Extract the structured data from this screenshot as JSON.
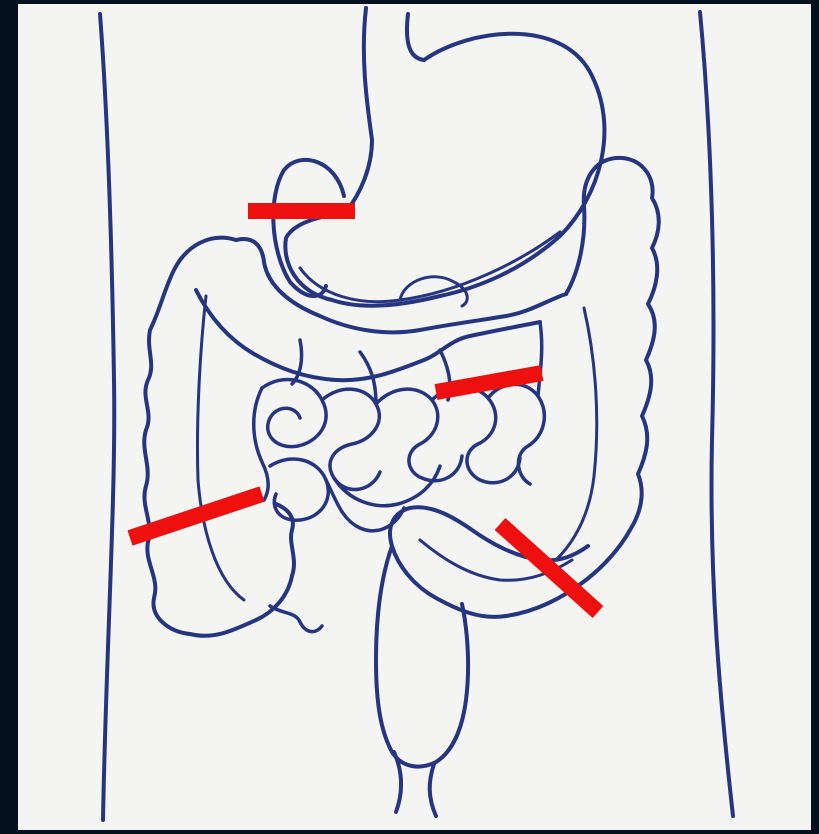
{
  "image": {
    "background_color": "#06111f",
    "paper_color": "#f4f4f2",
    "ink_color": "#26357f",
    "marker_color": "#ee0f0f"
  },
  "diagram": {
    "subject": "digestive-tract-line-drawing",
    "parts": [
      {
        "name": "abdominal-wall-left"
      },
      {
        "name": "abdominal-wall-right"
      },
      {
        "name": "esophagus"
      },
      {
        "name": "stomach"
      },
      {
        "name": "gallbladder"
      },
      {
        "name": "ascending-colon"
      },
      {
        "name": "transverse-colon"
      },
      {
        "name": "descending-colon"
      },
      {
        "name": "sigmoid-colon"
      },
      {
        "name": "small-intestine"
      },
      {
        "name": "appendix"
      },
      {
        "name": "rectum"
      },
      {
        "name": "anus"
      }
    ],
    "markers": [
      {
        "name": "marker-upper"
      },
      {
        "name": "marker-middle"
      },
      {
        "name": "marker-left"
      },
      {
        "name": "marker-lower-right"
      }
    ]
  }
}
